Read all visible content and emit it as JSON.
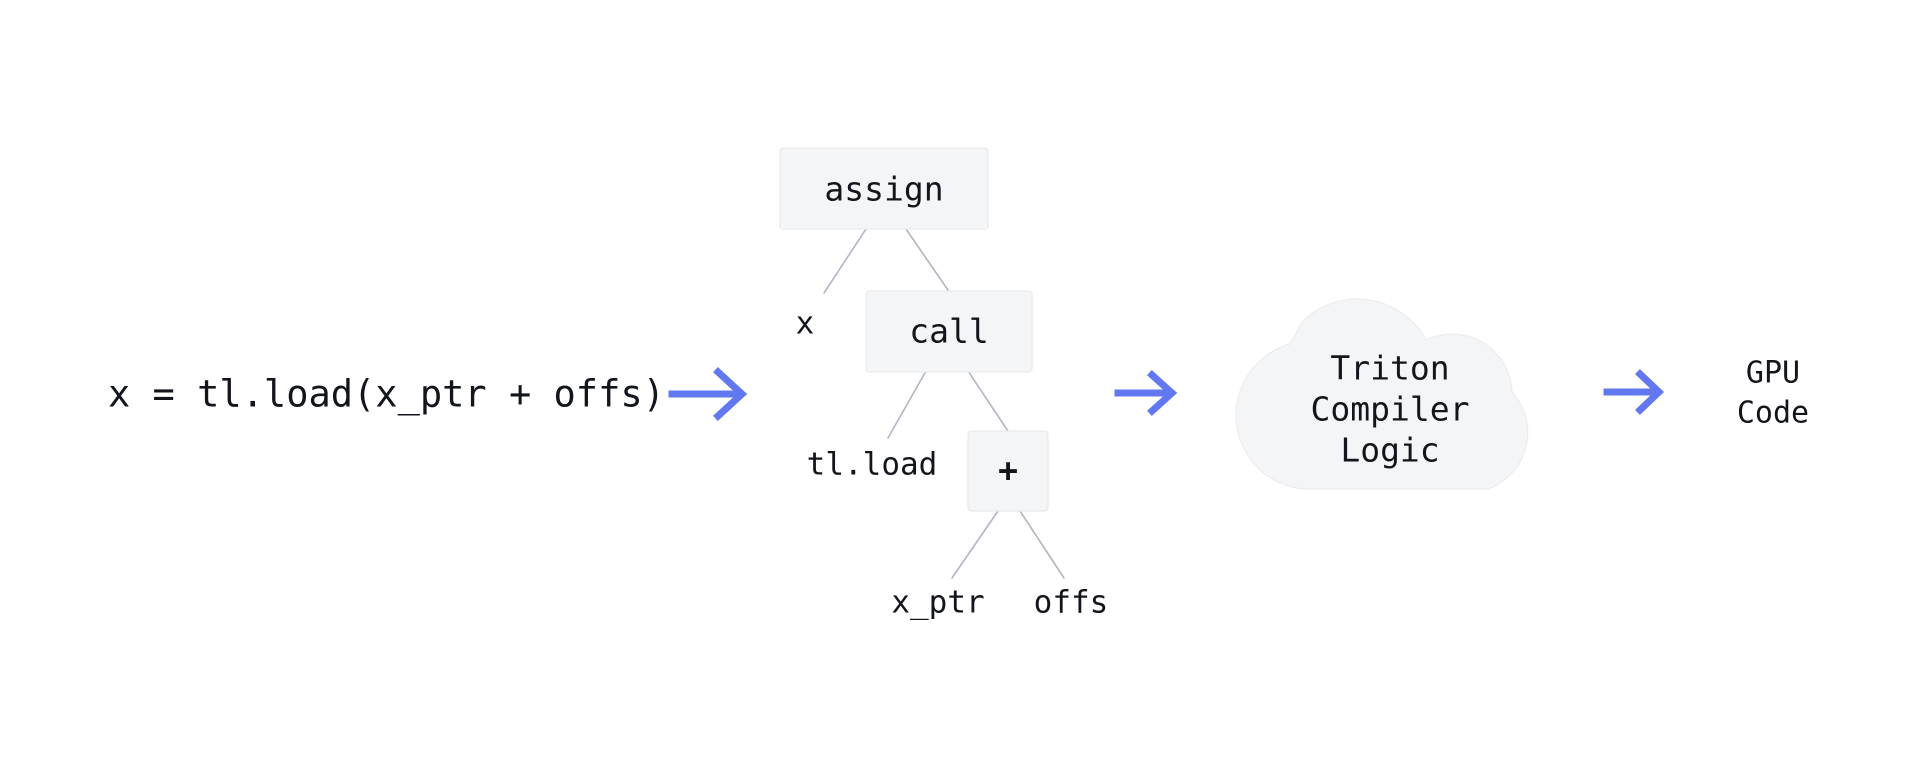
{
  "diagram": {
    "title": "Triton source to GPU code compilation pipeline",
    "background_color": "#ffffff",
    "accent_color": "#6278f0",
    "node_fill_color": "#f4f5f6",
    "node_border_color": "#e8e9ec",
    "edge_color": "#b2b6c1",
    "text_color": "#12161c"
  },
  "stages": {
    "source": {
      "code_expression": "x = tl.load(x_ptr + offs)"
    },
    "ast": {
      "nodes": [
        {
          "id": "assign",
          "label": "assign"
        },
        {
          "id": "call",
          "label": "call"
        },
        {
          "id": "plus",
          "label": "+"
        }
      ],
      "leaves": [
        {
          "id": "x",
          "label": "x"
        },
        {
          "id": "tl-load",
          "label": "tl.load"
        },
        {
          "id": "x-ptr",
          "label": "x_ptr"
        },
        {
          "id": "offs",
          "label": "offs"
        }
      ],
      "edges": [
        {
          "from": "assign",
          "to": "x"
        },
        {
          "from": "assign",
          "to": "call"
        },
        {
          "from": "call",
          "to": "tl-load"
        },
        {
          "from": "call",
          "to": "plus"
        },
        {
          "from": "plus",
          "to": "x-ptr"
        },
        {
          "from": "plus",
          "to": "offs"
        }
      ]
    },
    "compiler": {
      "lines": [
        "Triton",
        "Compiler",
        "Logic"
      ]
    },
    "output": {
      "lines": [
        "GPU",
        "Code"
      ]
    }
  },
  "arrows": [
    {
      "id": "arrow-source-to-ast",
      "label": ""
    },
    {
      "id": "arrow-ast-to-compiler",
      "label": ""
    },
    {
      "id": "arrow-compiler-to-output",
      "label": ""
    }
  ]
}
